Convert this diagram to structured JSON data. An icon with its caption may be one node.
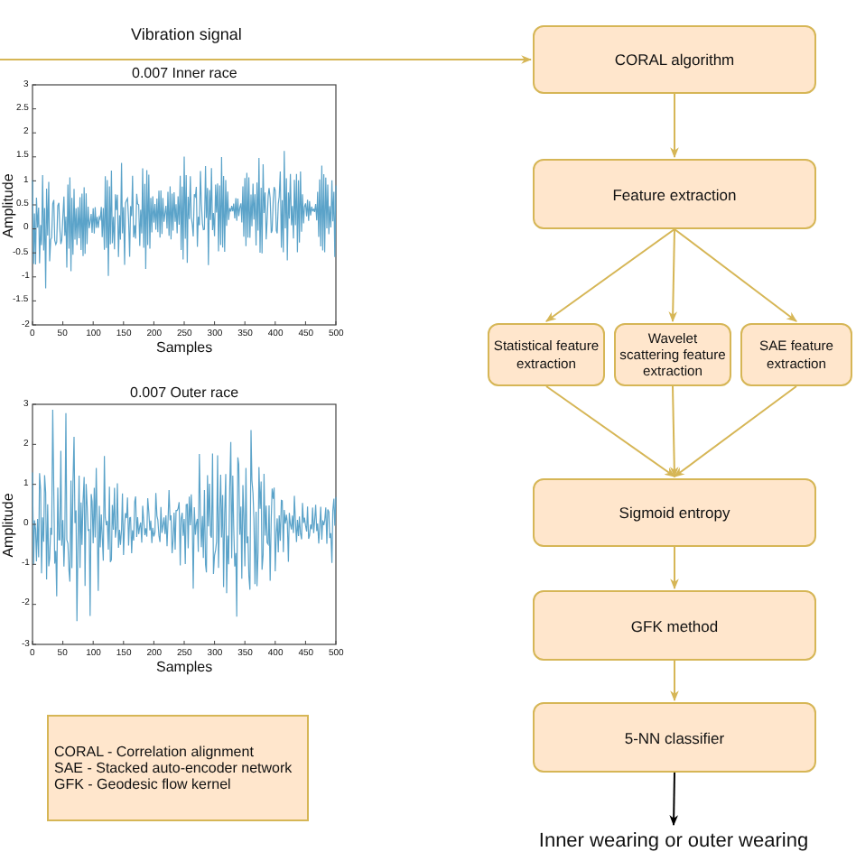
{
  "diagram": {
    "nodes": [
      {
        "text": [
          "CORAL algorithm"
        ]
      },
      {
        "text": [
          "Feature extraction"
        ]
      },
      {
        "text": [
          "Statistical feature extraction"
        ]
      },
      {
        "text": [
          "Wavelet scattering feature extraction"
        ]
      },
      {
        "text": [
          "SAE feature extraction"
        ]
      },
      {
        "text": [
          "Sigmoid entropy"
        ]
      },
      {
        "text": [
          "GFK method"
        ]
      },
      {
        "text": [
          "5-NN  classifier"
        ]
      },
      {
        "text": [
          "Inner wearing or outer wearing"
        ]
      },
      {
        "text": [
          "CORAL - Correlation alignment",
          "SAE - Stacked auto-encoder network",
          "GFK - Geodesic flow kernel"
        ]
      }
    ],
    "edges": [
      {
        "from": null,
        "to": 0,
        "arrow": "to",
        "label": "Vibration signal"
      },
      {
        "from": 0,
        "to": 1,
        "arrow": "to"
      },
      {
        "from": 1,
        "to": 2,
        "arrow": "to"
      },
      {
        "from": 1,
        "to": 3,
        "arrow": "to"
      },
      {
        "from": 1,
        "to": 4,
        "arrow": "to"
      },
      {
        "from": 2,
        "to": 5,
        "arrow": "to"
      },
      {
        "from": 3,
        "to": 5,
        "arrow": "to"
      },
      {
        "from": 4,
        "to": 5,
        "arrow": "to"
      },
      {
        "from": 5,
        "to": 6,
        "arrow": "to"
      },
      {
        "from": 6,
        "to": 7,
        "arrow": "to"
      },
      {
        "from": 7,
        "to": 8,
        "arrow": "to",
        "color": "#000000"
      }
    ],
    "labels": [
      "0.007 Inner race",
      "Amplitude",
      "-2",
      "-1.5",
      "-1",
      "-0.5",
      "0",
      "0.5",
      "1",
      "1.5",
      "2",
      "2.5",
      "3",
      "0",
      "50",
      "100",
      "150",
      "200",
      "250",
      "300",
      "350",
      "400",
      "450",
      "500",
      "Samples",
      "0.007 Outer race",
      "Amplitude",
      "-3",
      "-2",
      "-1",
      "0",
      "1",
      "2",
      "3",
      "0",
      "50",
      "100",
      "150",
      "200",
      "250",
      "300",
      "350",
      "400",
      "450",
      "500",
      "Samples"
    ]
  }
}
